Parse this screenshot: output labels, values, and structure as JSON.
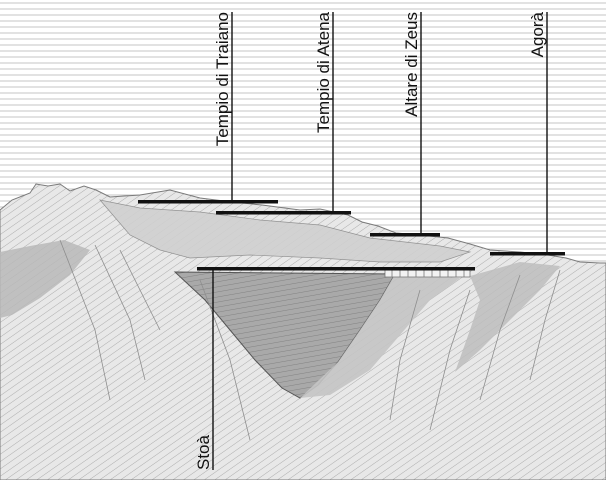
{
  "labels": {
    "tempio_traiano": "Tempio di Traiano",
    "tempio_atena": "Tempio di Atena",
    "altare_zeus": "Altare di Zeus",
    "agora": "Agorà",
    "stoa": "Stoà"
  },
  "colors": {
    "sky_line": "#bdbdbd",
    "hill_fill": "#e6e6e6",
    "hatch": "#9c9c9c",
    "shadow": "#b4b4b4",
    "theatre": "#a9a9a9",
    "ink": "#111111"
  }
}
